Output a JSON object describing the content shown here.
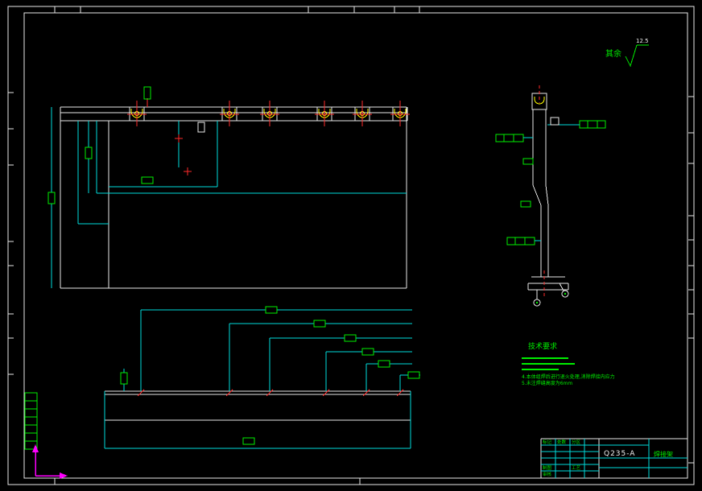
{
  "palette": {
    "background": "#000000",
    "frame_white": "#e8e8e8",
    "line_cyan": "#00dcdc",
    "dim_green": "#00ee00",
    "center_red": "#ff2a2a",
    "clamp_yellow": "#ffff00",
    "ucs_magenta": "#ff00ff"
  },
  "surface_note": {
    "label": "其余",
    "roughness": "12.5"
  },
  "tech_requirements": {
    "title": "技术要求",
    "note_4": "4.本体组焊后进行退火处理,消除焊接内应力",
    "note_5": "5.未注焊缝高度为6mm"
  },
  "title_block": {
    "material": "Q235-A",
    "drawing_name": "焊接架",
    "labels": [
      "标记",
      "处数",
      "分区",
      "制图",
      "审核",
      "工艺"
    ]
  }
}
